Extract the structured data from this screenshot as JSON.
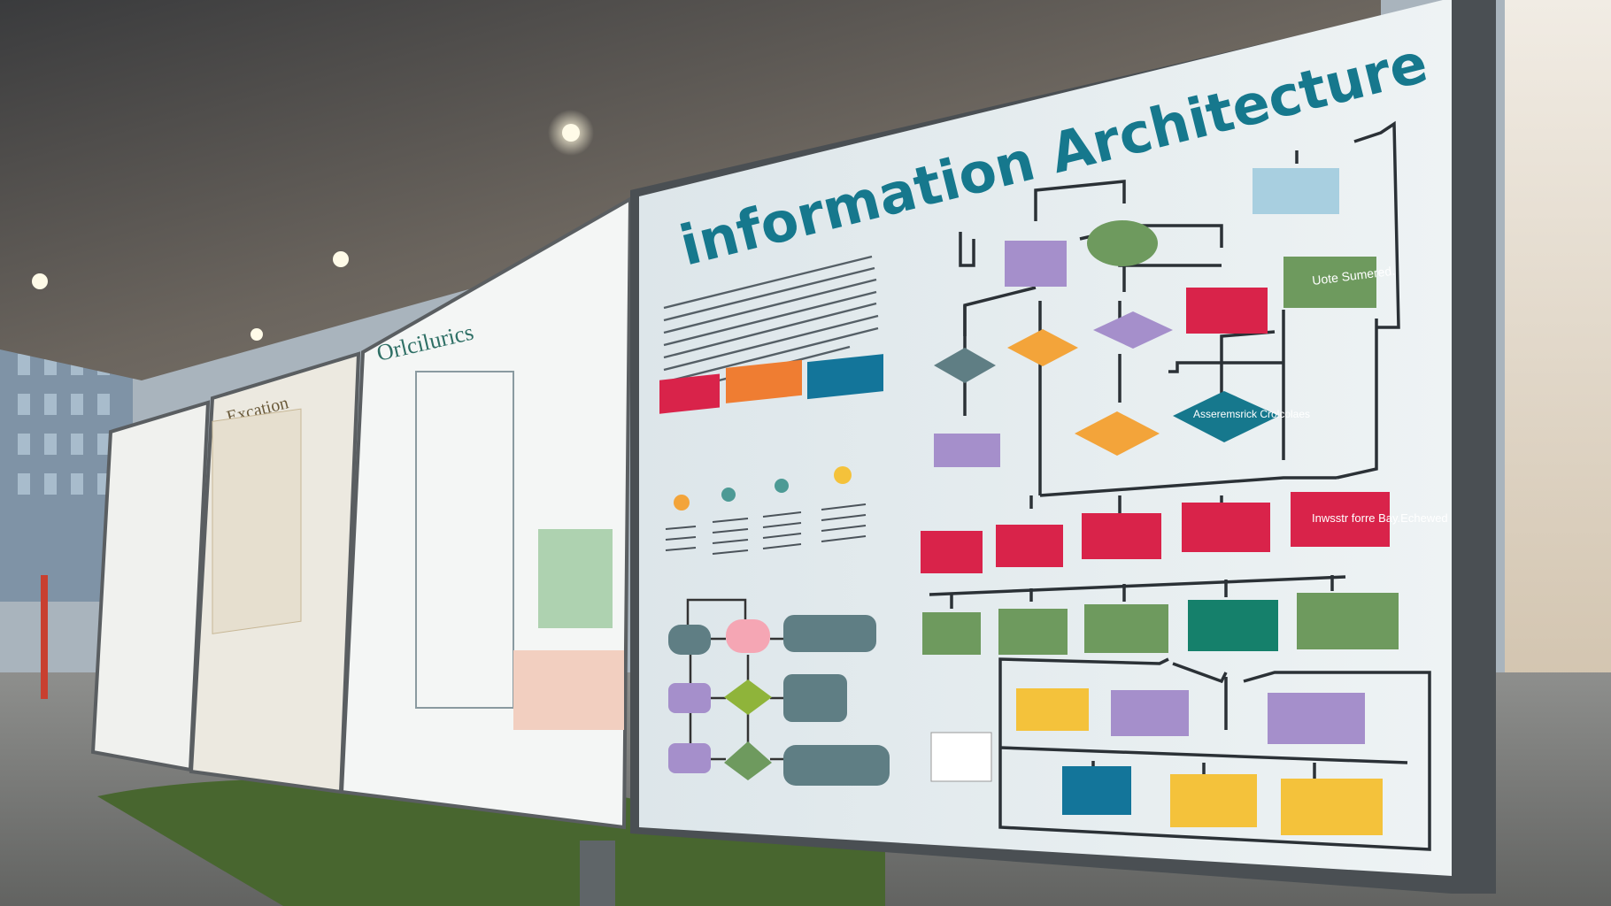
{
  "main_sign": {
    "title": "information Architecture",
    "legend_boxes": [
      {
        "color": "#d9234a"
      },
      {
        "color": "#ef7d32"
      },
      {
        "color": "#13759a"
      }
    ],
    "flowchart_labels": {
      "top_right": "Uote Sumered.",
      "center_diamond": "Asseremsrick Crolcolaes",
      "bottom_right": "Inwsstr forre Bay.Echewed"
    },
    "colors": {
      "teal": "#16788d",
      "crimson": "#d9234a",
      "green": "#6e9a5e",
      "orange": "#f3a43a",
      "purple": "#a58fcb",
      "slate": "#5f7e84",
      "yellow": "#f4c23b",
      "dark_teal": "#15806b"
    }
  },
  "side_signs": {
    "sign_3_title": "Orlcilurics",
    "sign_2_title": "Excation"
  }
}
